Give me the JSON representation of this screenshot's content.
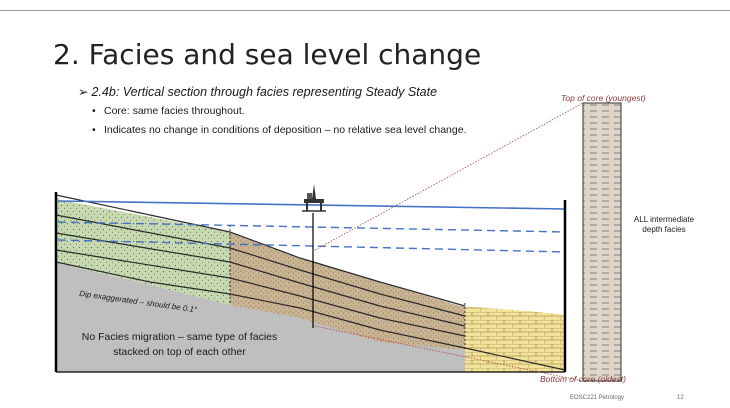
{
  "slide": {
    "title": "2. Facies and sea level change",
    "subtitle": "2.4b: Vertical section through facies representing Steady State",
    "bullets": [
      "Core: same facies throughout.",
      "Indicates no change in conditions of deposition – no relative sea level change."
    ]
  },
  "figure": {
    "core_top_label": "Top of core (youngest)",
    "core_bottom_label": "Bottom of core (oldest)",
    "core_facies_label": "ALL intermediate depth facies",
    "dip_note": "Dip exaggerated – should be 0.1°",
    "caption": "No Facies migration – same type of facies stacked on top of each other",
    "icons": [
      "oil-rig-icon"
    ],
    "colors": {
      "sea_level": "#4472c4",
      "basement": "#bfbfbf",
      "shallow_facies": "#c6d9b0",
      "intermediate_facies": "#c9b494",
      "deep_facies": "#f3e39a",
      "core_label": "#8b3a3a"
    }
  },
  "footer": {
    "course": "EOSC221 Petrology",
    "page": "12"
  }
}
